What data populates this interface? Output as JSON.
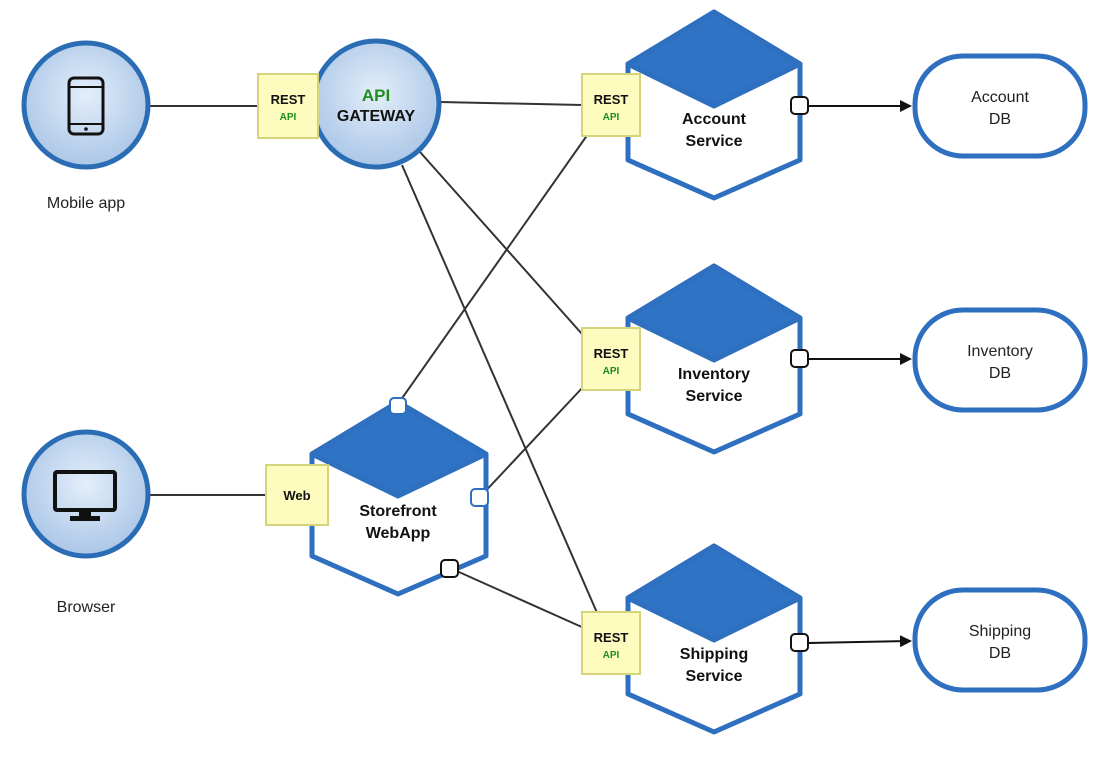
{
  "colors": {
    "node_blue": "#2e6fbf",
    "hex_fill": "#2f74c4",
    "circle_fill": "#b4cdea",
    "circle_border": "#2a6db5",
    "port_fill": "#fdfcbe",
    "port_border": "#d5d47a",
    "api_green": "#1d8f1d",
    "edge": "#333333"
  },
  "clients": {
    "mobile": {
      "label": "Mobile app",
      "icon": "mobile-phone-icon"
    },
    "browser": {
      "label": "Browser",
      "icon": "desktop-monitor-icon"
    }
  },
  "gateway": {
    "line1": "API",
    "line2": "GATEWAY"
  },
  "ports": {
    "rest": "REST",
    "api": "API",
    "web": "Web"
  },
  "services": {
    "account": {
      "line1": "Account",
      "line2": "Service"
    },
    "inventory": {
      "line1": "Inventory",
      "line2": "Service"
    },
    "shipping": {
      "line1": "Shipping",
      "line2": "Service"
    },
    "storefront": {
      "line1": "Storefront",
      "line2": "WebApp"
    }
  },
  "databases": {
    "account": {
      "line1": "Account",
      "line2": "DB"
    },
    "inventory": {
      "line1": "Inventory",
      "line2": "DB"
    },
    "shipping": {
      "line1": "Shipping",
      "line2": "DB"
    }
  }
}
